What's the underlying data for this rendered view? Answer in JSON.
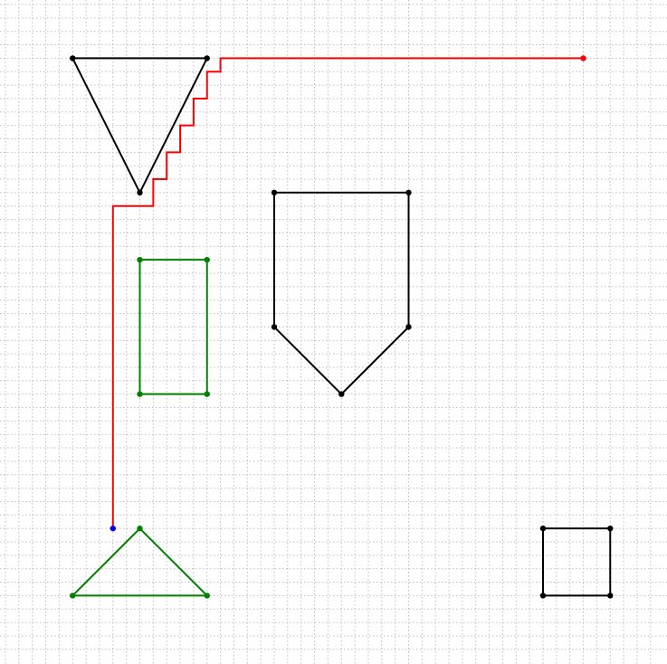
{
  "colors": {
    "background": "#ffffff",
    "grid_dot": "#bdbdbd",
    "shape_black": "#000000",
    "shape_green": "#008000",
    "path_red": "#ff0000",
    "start_blue": "#0000ff"
  },
  "grid": {
    "unit": "cell",
    "cols": 49,
    "rows": 49
  },
  "shapes": [
    {
      "name": "shape-inverted-triangle",
      "color": "black",
      "closed": true,
      "vertices": [
        [
          5,
          4
        ],
        [
          15,
          4
        ],
        [
          10,
          14
        ]
      ]
    },
    {
      "name": "shape-pentagon",
      "color": "black",
      "closed": true,
      "vertices": [
        [
          20,
          14
        ],
        [
          30,
          14
        ],
        [
          30,
          24
        ],
        [
          25,
          29
        ],
        [
          20,
          24
        ]
      ]
    },
    {
      "name": "shape-green-rectangle",
      "color": "green",
      "closed": true,
      "vertices": [
        [
          10,
          19
        ],
        [
          15,
          19
        ],
        [
          15,
          29
        ],
        [
          10,
          29
        ]
      ]
    },
    {
      "name": "shape-green-triangle",
      "color": "green",
      "closed": true,
      "vertices": [
        [
          10,
          39
        ],
        [
          15,
          44
        ],
        [
          5,
          44
        ]
      ]
    },
    {
      "name": "shape-square",
      "color": "black",
      "closed": true,
      "vertices": [
        [
          40,
          39
        ],
        [
          45,
          39
        ],
        [
          45,
          44
        ],
        [
          40,
          44
        ]
      ]
    }
  ],
  "path": {
    "name": "route-path",
    "color": "red",
    "start_color": "blue",
    "points": [
      [
        8,
        39
      ],
      [
        8,
        15
      ],
      [
        11,
        15
      ],
      [
        11,
        13
      ],
      [
        12,
        13
      ],
      [
        12,
        11
      ],
      [
        13,
        11
      ],
      [
        13,
        9
      ],
      [
        14,
        9
      ],
      [
        14,
        7
      ],
      [
        15,
        7
      ],
      [
        15,
        5
      ],
      [
        16,
        5
      ],
      [
        16,
        4
      ],
      [
        43,
        4
      ]
    ]
  }
}
